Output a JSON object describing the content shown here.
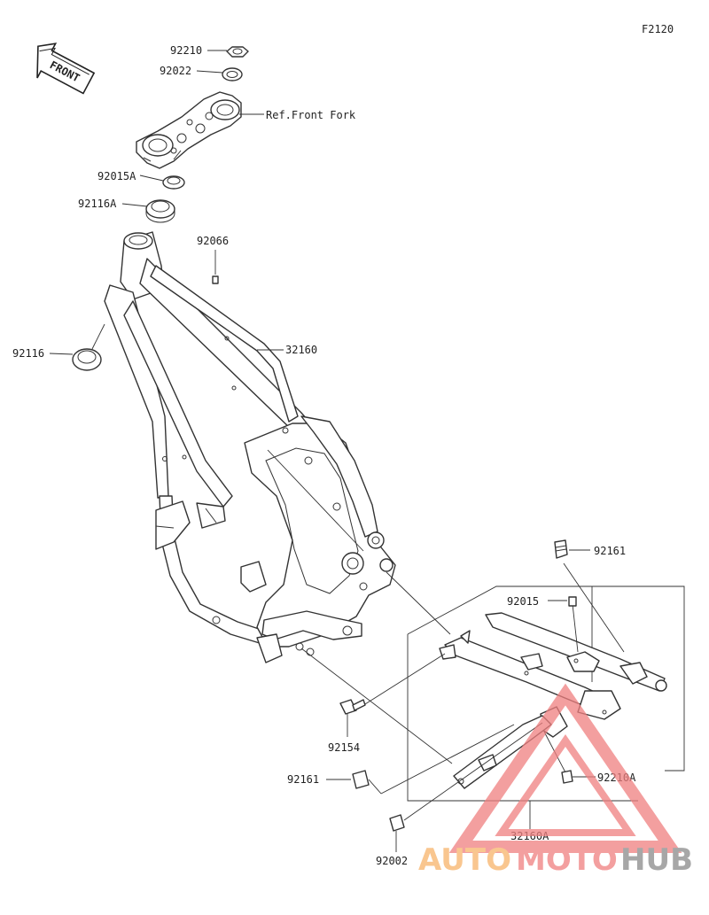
{
  "figure_code": "F2120",
  "front_arrow_text": "FRONT",
  "callouts": {
    "nut_top": "92210",
    "washer_top": "92022",
    "ref_front_fork": "Ref.Front Fork",
    "nut_stem": "92015A",
    "bearing_upper": "92116A",
    "plug_frame": "92066",
    "bearing_lower": "92116",
    "frame": "32160",
    "collar_right": "92161",
    "nut_subframe": "92015",
    "bolt_a": "92154",
    "collar_left": "92161",
    "nut_b": "92210A",
    "bolt_b": "92002",
    "subframe": "32160A"
  },
  "watermark": {
    "part1": "AUTO",
    "part2": "MOTO",
    "part3": "HUB",
    "color_orange": "#f7b36a",
    "color_red": "#f08080",
    "color_grey": "#8a8a8a"
  }
}
